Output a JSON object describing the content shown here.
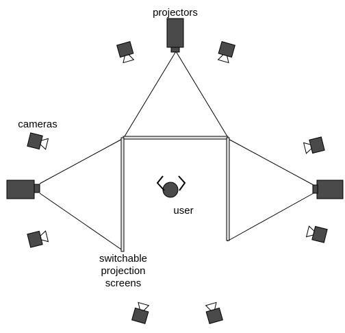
{
  "labels": {
    "projectors": "projectors",
    "cameras": "cameras",
    "user": "user",
    "screens_line1": "switchable",
    "screens_line2": "projection",
    "screens_line3": "screens"
  },
  "colors": {
    "device_fill": "#4a4a4a",
    "screen_fill": "#e4e4e4",
    "line": "#000000",
    "background": "#ffffff"
  },
  "icons": {
    "projector": "projector-icon",
    "camera": "camera-icon",
    "user": "user-icon"
  }
}
